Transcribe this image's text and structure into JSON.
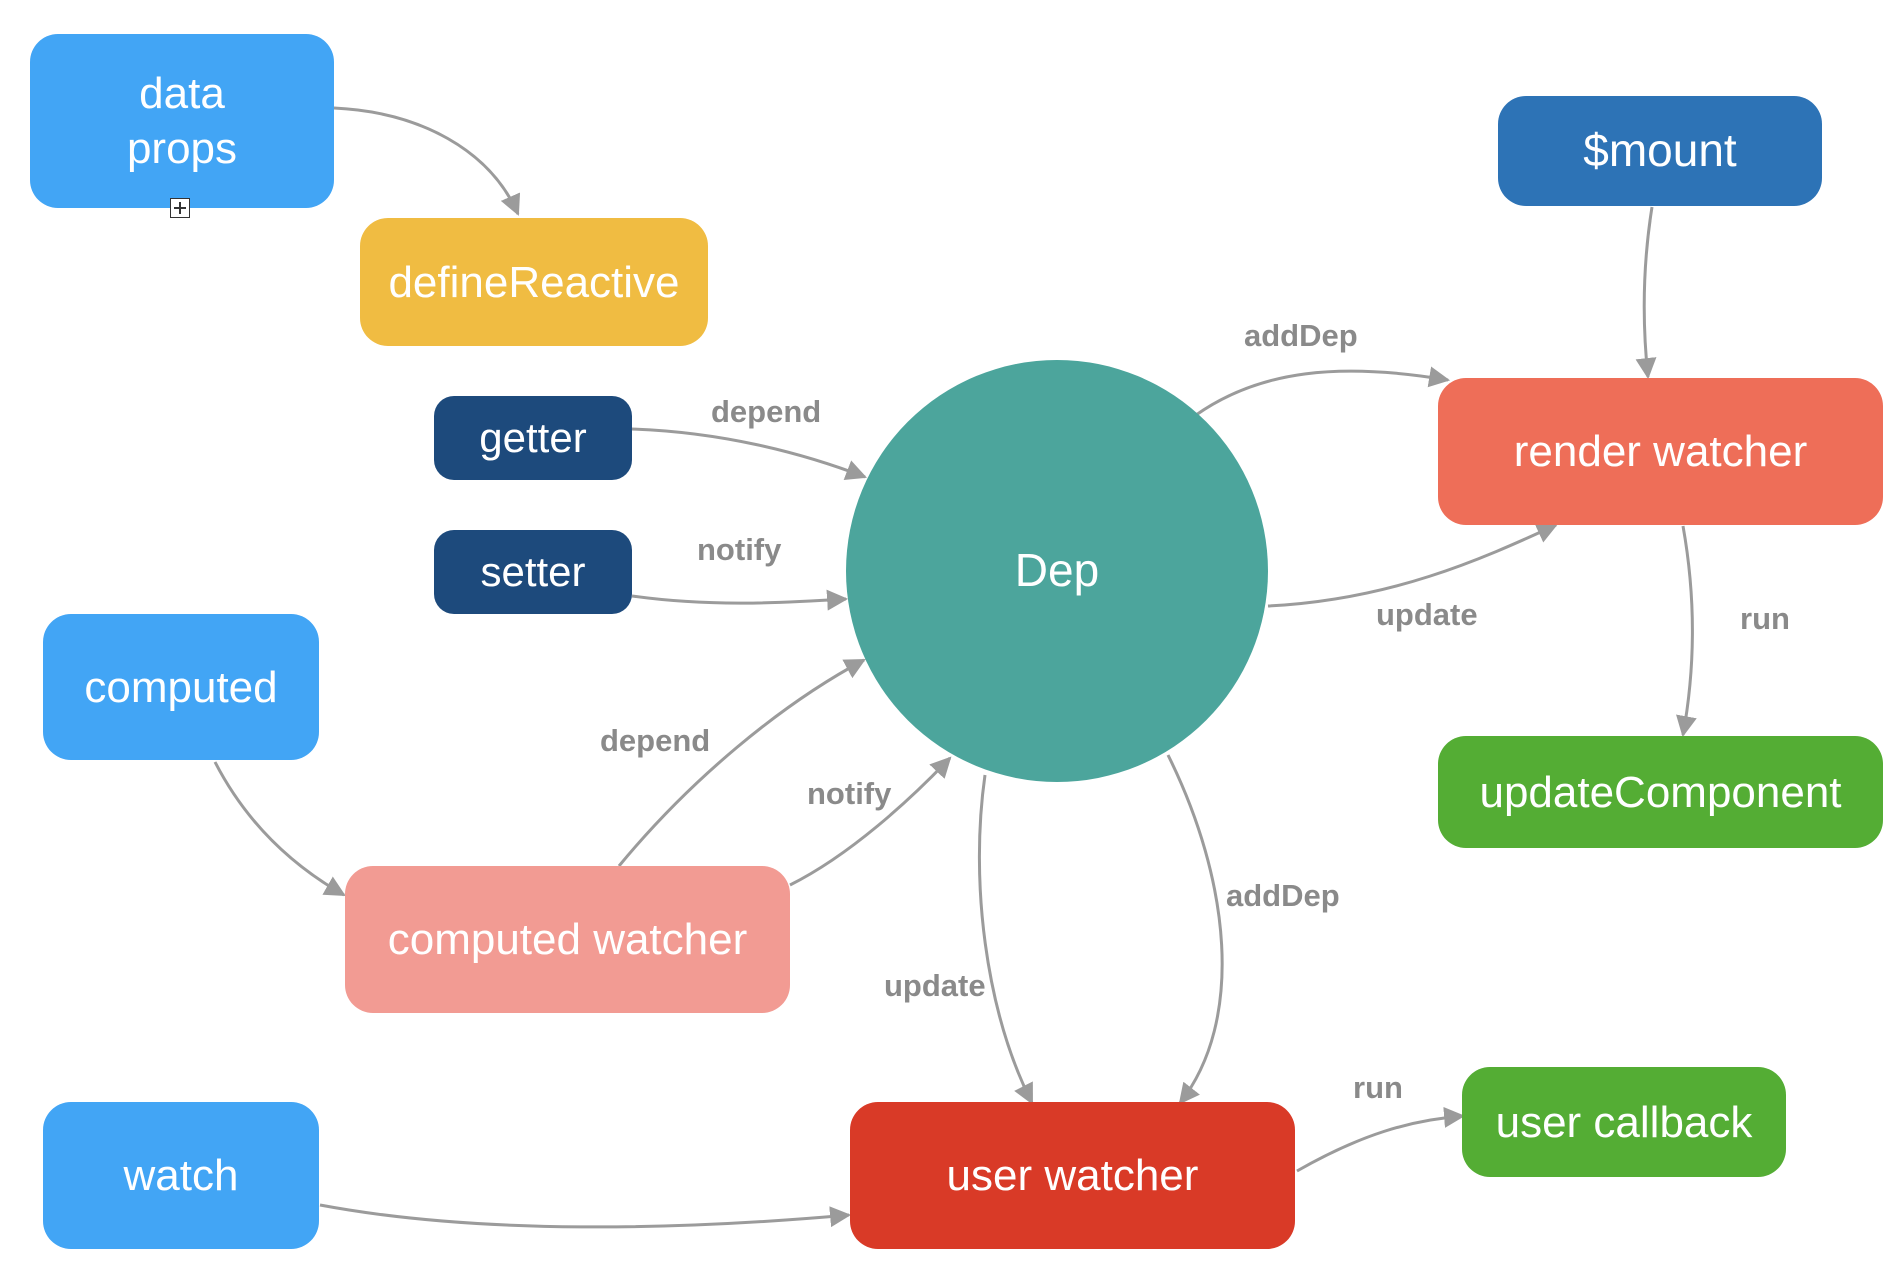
{
  "nodes": {
    "data_props": {
      "lines": [
        "data",
        "props"
      ],
      "color": "#42a5f5"
    },
    "define_reactive": {
      "label": "defineReactive",
      "color": "#f0bc42"
    },
    "getter": {
      "label": "getter",
      "color": "#1d4a7c"
    },
    "setter": {
      "label": "setter",
      "color": "#1d4a7c"
    },
    "dep": {
      "label": "Dep",
      "color": "#4ca59c"
    },
    "mount": {
      "label": "$mount",
      "color": "#2d73b6"
    },
    "render_watcher": {
      "label": "render watcher",
      "color": "#ee6e58"
    },
    "update_component": {
      "label": "updateComponent",
      "color": "#54ad34"
    },
    "computed": {
      "label": "computed",
      "color": "#42a5f5"
    },
    "computed_watcher": {
      "label": "computed watcher",
      "color": "#f29b93"
    },
    "watch": {
      "label": "watch",
      "color": "#42a5f5"
    },
    "user_watcher": {
      "label": "user watcher",
      "color": "#d93a27"
    },
    "user_callback": {
      "label": "user callback",
      "color": "#54ad34"
    }
  },
  "edge_labels": {
    "getter_depend": "depend",
    "setter_notify": "notify",
    "dep_adddep_render": "addDep",
    "dep_update_render": "update",
    "render_run": "run",
    "computed_depend": "depend",
    "computed_notify": "notify",
    "dep_update_user": "update",
    "dep_adddep_user": "addDep",
    "user_run": "run"
  },
  "colors": {
    "edge": "#9b9b9b",
    "edge_label": "#8a8a8a"
  }
}
